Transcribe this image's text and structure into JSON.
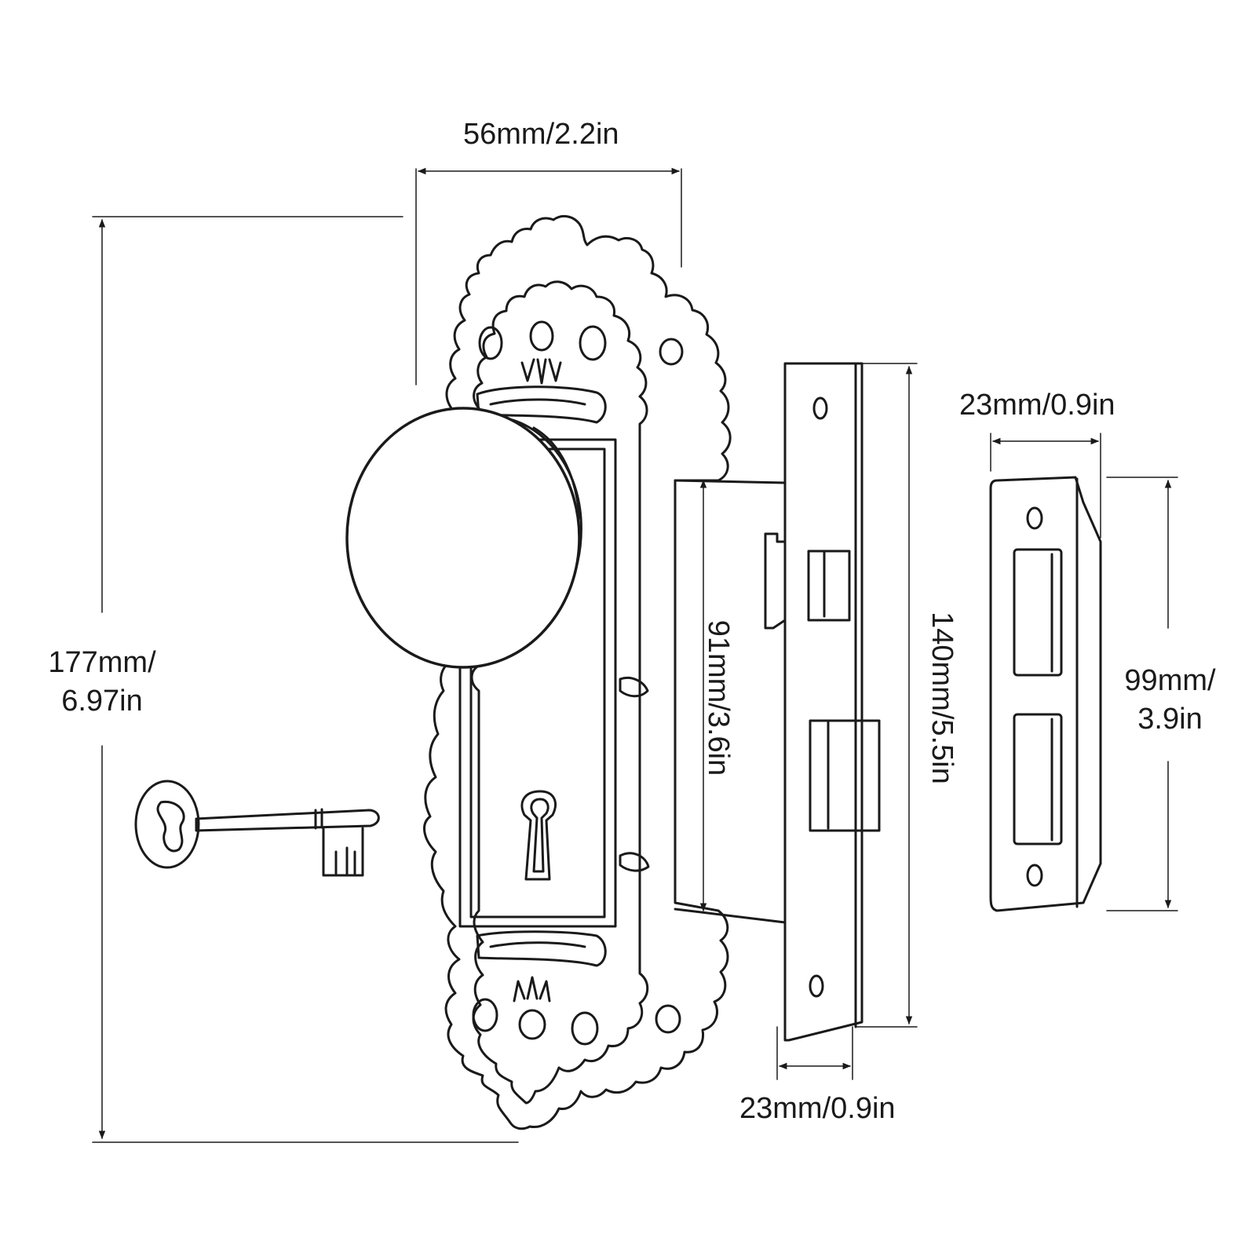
{
  "colors": {
    "line": "#1a1a1a",
    "background": "#ffffff"
  },
  "dimensions": {
    "plate_width": "56mm/2.2in",
    "plate_height_line1": "177mm/",
    "plate_height_line2": "6.97in",
    "mortise_body_height": "91mm/3.6in",
    "faceplate_height": "140mm/5.5in",
    "faceplate_width": "23mm/0.9in",
    "strike_width": "23mm/0.9in",
    "strike_height_line1": "99mm/",
    "strike_height_line2": "3.9in"
  },
  "parts": {
    "icons": [
      "ornate-backplate-icon",
      "round-knob-icon",
      "skeleton-key-icon",
      "mortise-lock-body-icon",
      "strike-plate-icon"
    ]
  }
}
